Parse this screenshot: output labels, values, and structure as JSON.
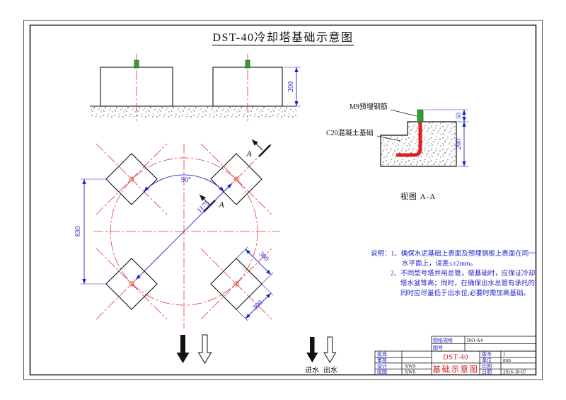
{
  "title": "DST-40冷却塔基础示意图",
  "colors": {
    "centerline_red": "#e03a3a",
    "dimension_blue": "#2222cc",
    "rebar_red": "#e01f1f",
    "bolt_green": "#2f9e2f",
    "titleblock_red": "#d92121"
  },
  "elevation": {
    "dim_height": "200"
  },
  "section": {
    "label_rebar": "M9预埋钢筋",
    "label_concrete": "C20混凝土基础",
    "caption": "视图 A-A",
    "dim_bolt": "50",
    "dim_depth": "200"
  },
  "plan": {
    "dim_angle": "90°",
    "dim_diagonal": "1175",
    "dim_vertical": "830",
    "dim_side_a": "300",
    "dim_side_b": "300",
    "section_letter": "A"
  },
  "flow": {
    "inlet": "进水",
    "outlet": "出水"
  },
  "notes": {
    "lines": [
      "说明：1、确保水泥基础上表面及预埋钢板上表面在同一",
      "水平面上，误差≤±2mm。",
      "2、不同型号塔并用总管，做基础时，应保证冷却",
      "塔水盆等高；同时，在确保出水总管有承托的",
      "同时应尽量低于出水位,必要时需加高基础。"
    ]
  },
  "title_block": {
    "spec_label": "图纸规格",
    "spec_value": "ISO-A4",
    "drawing_no_label": "图号",
    "drawing_no_value": "",
    "approved_label": "批准",
    "approved_value": "",
    "checked_label": "审核",
    "checked_value": "",
    "designed_label": "设计",
    "designed_value": "XWS",
    "drawn_label": "绘图",
    "drawn_value": "XWS",
    "version_label": "版本",
    "version_value": "1",
    "unit_label": "单位",
    "unit_value": "mm",
    "scale_label": "比例",
    "scale_value": "",
    "date_label": "日期",
    "date_value": "2016-10-07",
    "model": "DST-40",
    "drawing_title": "基础示意图"
  }
}
